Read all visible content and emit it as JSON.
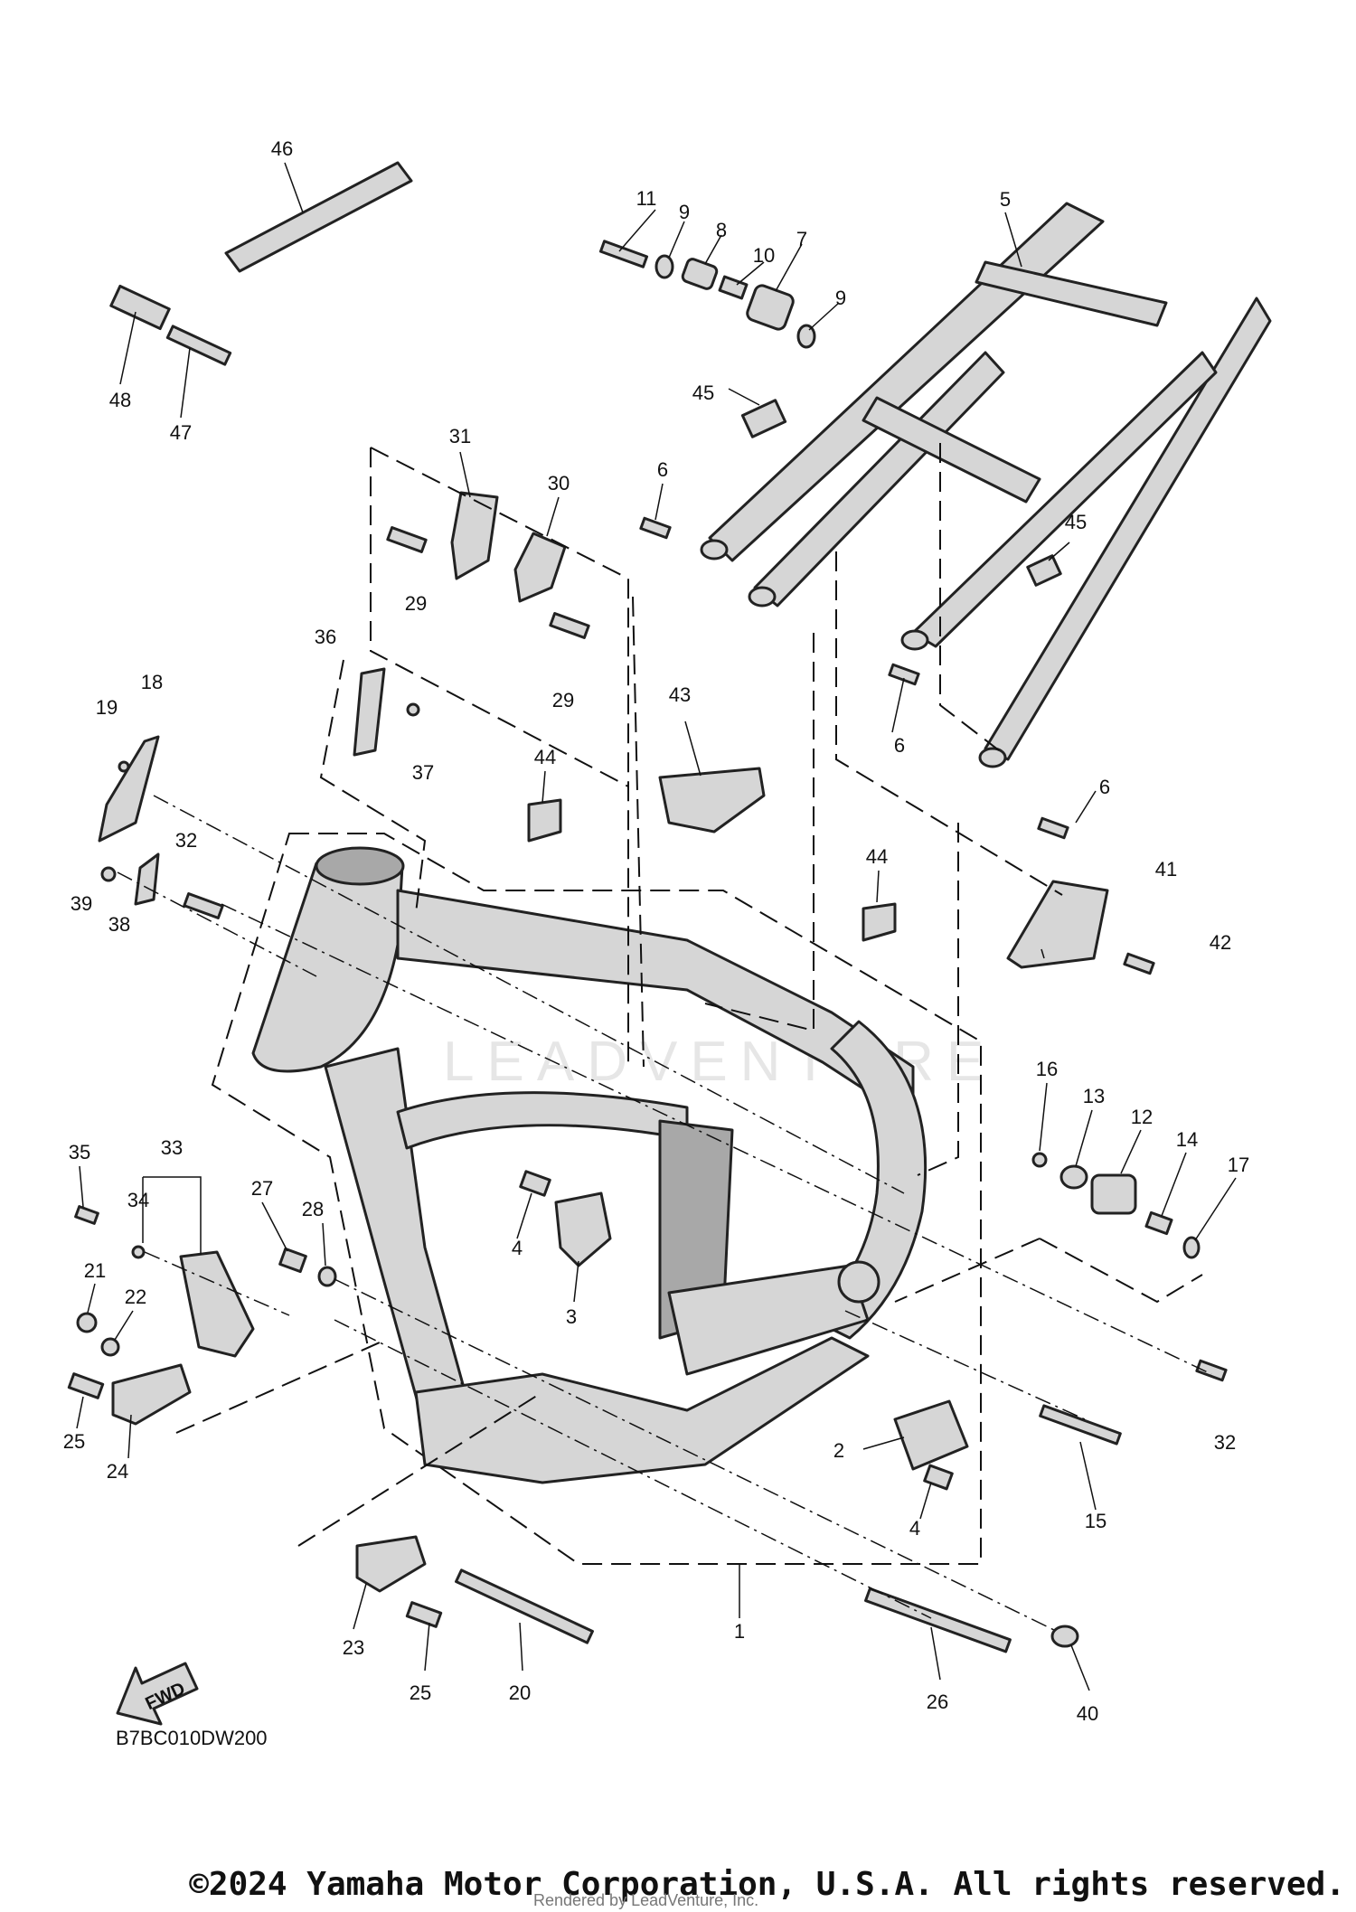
{
  "diagram_code": "B7BC010DW200",
  "fwd_label": "FWD",
  "watermark_text": "LEADVENTURE",
  "copyright": "©2024 Yamaha Motor Corporation, U.S.A. All rights reserved.",
  "rendered_by": "Rendered by LeadVenture, Inc.",
  "callouts": [
    {
      "id": "c46",
      "text": "46"
    },
    {
      "id": "c48",
      "text": "48"
    },
    {
      "id": "c47",
      "text": "47"
    },
    {
      "id": "c11",
      "text": "11"
    },
    {
      "id": "c9a",
      "text": "9"
    },
    {
      "id": "c8",
      "text": "8"
    },
    {
      "id": "c10",
      "text": "10"
    },
    {
      "id": "c7",
      "text": "7"
    },
    {
      "id": "c9b",
      "text": "9"
    },
    {
      "id": "c5",
      "text": "5"
    },
    {
      "id": "c45a",
      "text": "45"
    },
    {
      "id": "c6a",
      "text": "6"
    },
    {
      "id": "c31",
      "text": "31"
    },
    {
      "id": "c30",
      "text": "30"
    },
    {
      "id": "c29a",
      "text": "29"
    },
    {
      "id": "c29b",
      "text": "29"
    },
    {
      "id": "c45b",
      "text": "45"
    },
    {
      "id": "c6b",
      "text": "6"
    },
    {
      "id": "c36",
      "text": "36"
    },
    {
      "id": "c37",
      "text": "37"
    },
    {
      "id": "c43",
      "text": "43"
    },
    {
      "id": "c44a",
      "text": "44"
    },
    {
      "id": "c6c",
      "text": "6"
    },
    {
      "id": "c18",
      "text": "18"
    },
    {
      "id": "c19",
      "text": "19"
    },
    {
      "id": "c32a",
      "text": "32"
    },
    {
      "id": "c39",
      "text": "39"
    },
    {
      "id": "c38",
      "text": "38"
    },
    {
      "id": "c44b",
      "text": "44"
    },
    {
      "id": "c41",
      "text": "41"
    },
    {
      "id": "c42",
      "text": "42"
    },
    {
      "id": "c16",
      "text": "16"
    },
    {
      "id": "c13",
      "text": "13"
    },
    {
      "id": "c12",
      "text": "12"
    },
    {
      "id": "c14",
      "text": "14"
    },
    {
      "id": "c17",
      "text": "17"
    },
    {
      "id": "c35",
      "text": "35"
    },
    {
      "id": "c33",
      "text": "33"
    },
    {
      "id": "c34",
      "text": "34"
    },
    {
      "id": "c27",
      "text": "27"
    },
    {
      "id": "c28",
      "text": "28"
    },
    {
      "id": "c4a",
      "text": "4"
    },
    {
      "id": "c3",
      "text": "3"
    },
    {
      "id": "c21",
      "text": "21"
    },
    {
      "id": "c22",
      "text": "22"
    },
    {
      "id": "c25a",
      "text": "25"
    },
    {
      "id": "c24",
      "text": "24"
    },
    {
      "id": "c32b",
      "text": "32"
    },
    {
      "id": "c2",
      "text": "2"
    },
    {
      "id": "c4b",
      "text": "4"
    },
    {
      "id": "c15",
      "text": "15"
    },
    {
      "id": "c1",
      "text": "1"
    },
    {
      "id": "c23",
      "text": "23"
    },
    {
      "id": "c25b",
      "text": "25"
    },
    {
      "id": "c20",
      "text": "20"
    },
    {
      "id": "c26",
      "text": "26"
    },
    {
      "id": "c40",
      "text": "40"
    }
  ]
}
